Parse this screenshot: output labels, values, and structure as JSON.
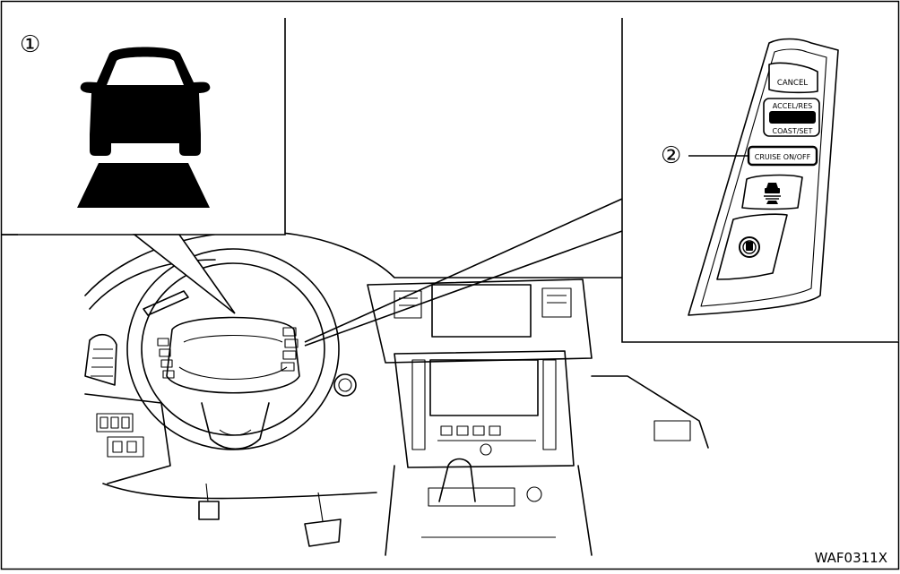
{
  "callouts": {
    "one": "①",
    "two": "②"
  },
  "switch_panel": {
    "cancel_label": "CANCEL",
    "accel_res_label": "ACCEL/RES",
    "coast_set_label": "COAST/SET",
    "cruise_on_off_label": "CRUISE ON/OFF"
  },
  "figure_code": "WAF0311X",
  "icons": {
    "lane_indicator": "car-lane-icon",
    "distance_switch": "car-distance-icon",
    "steering_switch": "steering-assist-icon"
  }
}
